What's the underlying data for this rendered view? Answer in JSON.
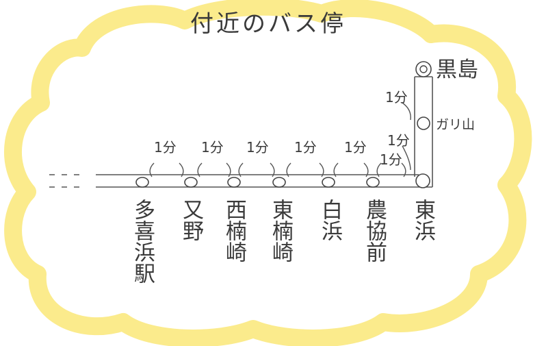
{
  "title": "付近のバス停",
  "segment_time": "1分",
  "stops": [
    {
      "id": "tagi-hama-eki",
      "name": "多喜浜駅"
    },
    {
      "id": "mata-no",
      "name": "又野"
    },
    {
      "id": "nishi-kusunozaki",
      "name": "西楠崎"
    },
    {
      "id": "higashi-kusunozaki",
      "name": "東楠崎"
    },
    {
      "id": "shirahama",
      "name": "白浜"
    },
    {
      "id": "noukyou-mae",
      "name": "農協前"
    },
    {
      "id": "higashi-hama",
      "name": "東浜"
    }
  ],
  "branch_stops": [
    {
      "id": "garyuzan",
      "name": "ガリ山"
    },
    {
      "id": "kuroshima",
      "name": "黒島"
    }
  ],
  "colors": {
    "cloud_fill": "#fbeb8c",
    "cloud_inner": "#ffffff",
    "line": "#555555",
    "text": "#3a3a3a"
  }
}
